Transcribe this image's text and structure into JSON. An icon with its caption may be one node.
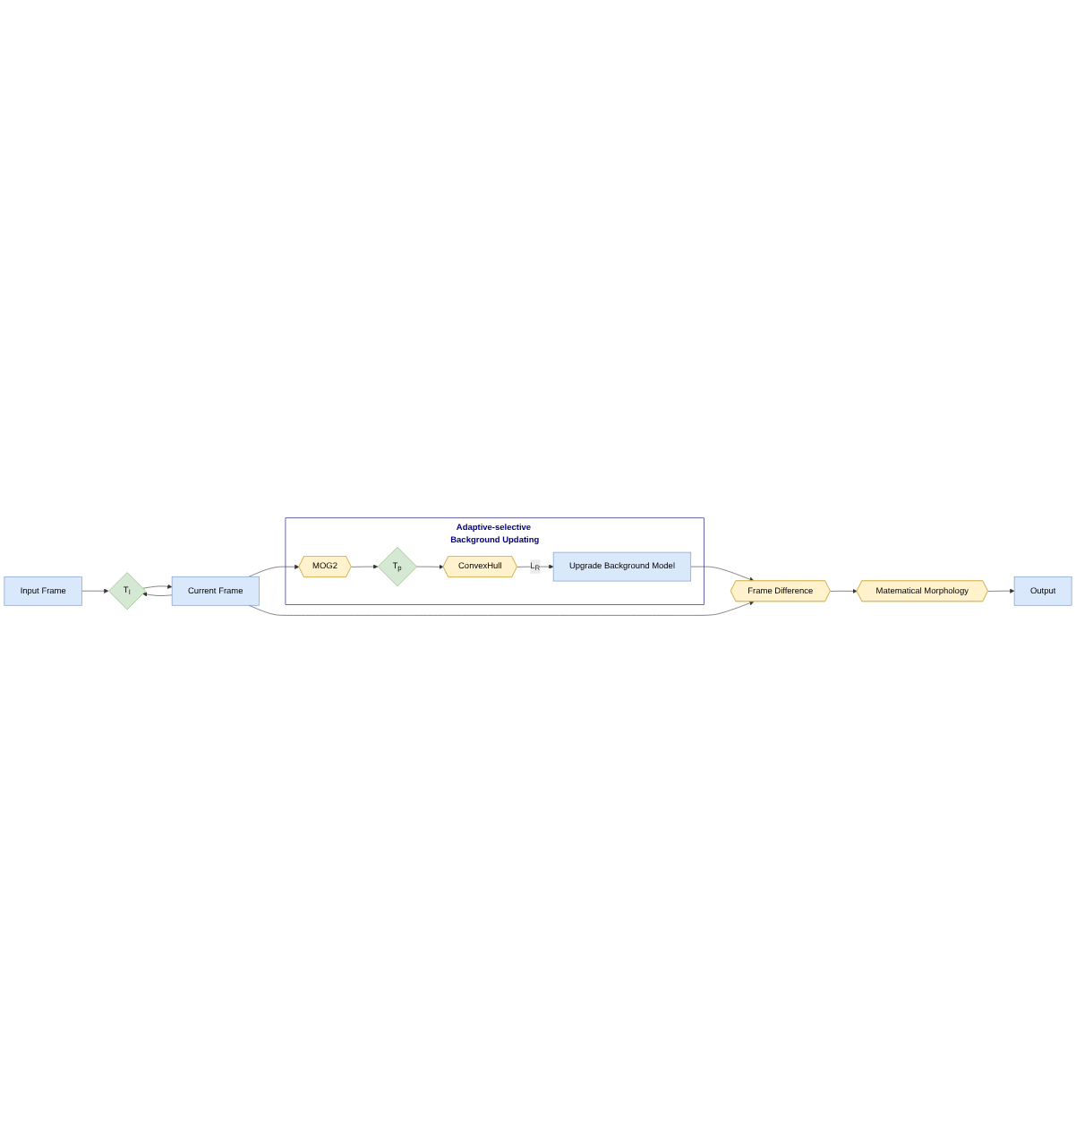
{
  "diagram": {
    "nodes": [
      {
        "text": [
          "Adaptive-selective Background Updating"
        ]
      },
      {
        "text": [
          "MOG2"
        ],
        "in": 0
      },
      {
        "text": [
          "T$_{p}$"
        ],
        "in": 0
      },
      {
        "text": [
          "ConvexHull"
        ],
        "in": 0
      },
      {
        "text": [
          "Upgrade Background Model"
        ],
        "in": 0
      },
      {
        "text": [
          "Input Frame"
        ]
      },
      {
        "text": [
          "T$_{I}$"
        ]
      },
      {
        "text": [
          "Current Frame"
        ]
      },
      {
        "text": [
          "Frame Difference"
        ]
      },
      {
        "text": [
          "Matematical Morphology"
        ]
      },
      {
        "text": [
          "Output"
        ]
      }
    ],
    "edges": [
      {
        "from": 1,
        "to": 2,
        "arrow": "to"
      },
      {
        "from": 2,
        "to": 3,
        "arrow": "to"
      },
      {
        "from": 3,
        "to": 4,
        "label": "L$_{R}$",
        "arrow": "to"
      },
      {
        "from": 4,
        "to": 8,
        "arrow": "to"
      },
      {
        "from": 5,
        "to": 6,
        "arrow": "to"
      },
      {
        "from": 6,
        "to": 7,
        "arrow": "to"
      },
      {
        "from": 7,
        "to": 6,
        "arrow": "to"
      },
      {
        "from": 7,
        "to": 1,
        "arrow": "to"
      },
      {
        "from": 7,
        "to": 8,
        "arrow": "to"
      },
      {
        "from": 8,
        "to": 9,
        "arrow": "to"
      },
      {
        "from": 9,
        "to": 10,
        "arrow": "to"
      }
    ]
  }
}
